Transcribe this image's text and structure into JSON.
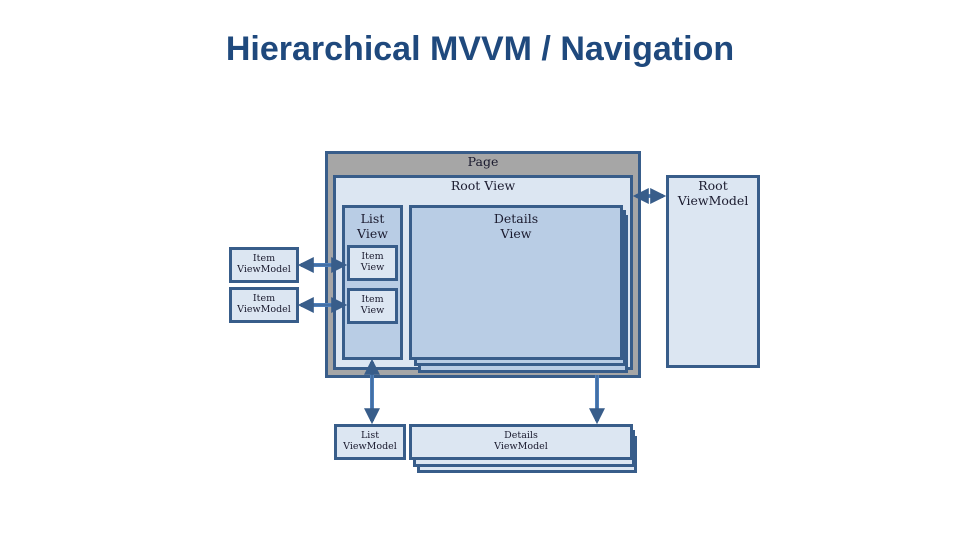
{
  "title": "Hierarchical MVVM / Navigation",
  "page": {
    "label": "Page"
  },
  "root_view": {
    "label": "Root View"
  },
  "root_viewmodel": {
    "label": "Root\nViewModel"
  },
  "list_view": {
    "label": "List\nView"
  },
  "details_view": {
    "label": "Details\nView"
  },
  "item_views": [
    {
      "label": "Item\nView"
    },
    {
      "label": "Item\nView"
    }
  ],
  "item_viewmodels": [
    {
      "label": "Item\nViewModel"
    },
    {
      "label": "Item\nViewModel"
    }
  ],
  "list_viewmodel": {
    "label": "List\nViewModel"
  },
  "details_viewmodel": {
    "label": "Details\nViewModel"
  },
  "colors": {
    "title": "#1f497d",
    "border": "#385d8a",
    "page_fill": "#a6a6a6",
    "light_fill": "#dce6f2",
    "mid_fill": "#b9cde5",
    "arrow_fill": "#4f81bd"
  }
}
